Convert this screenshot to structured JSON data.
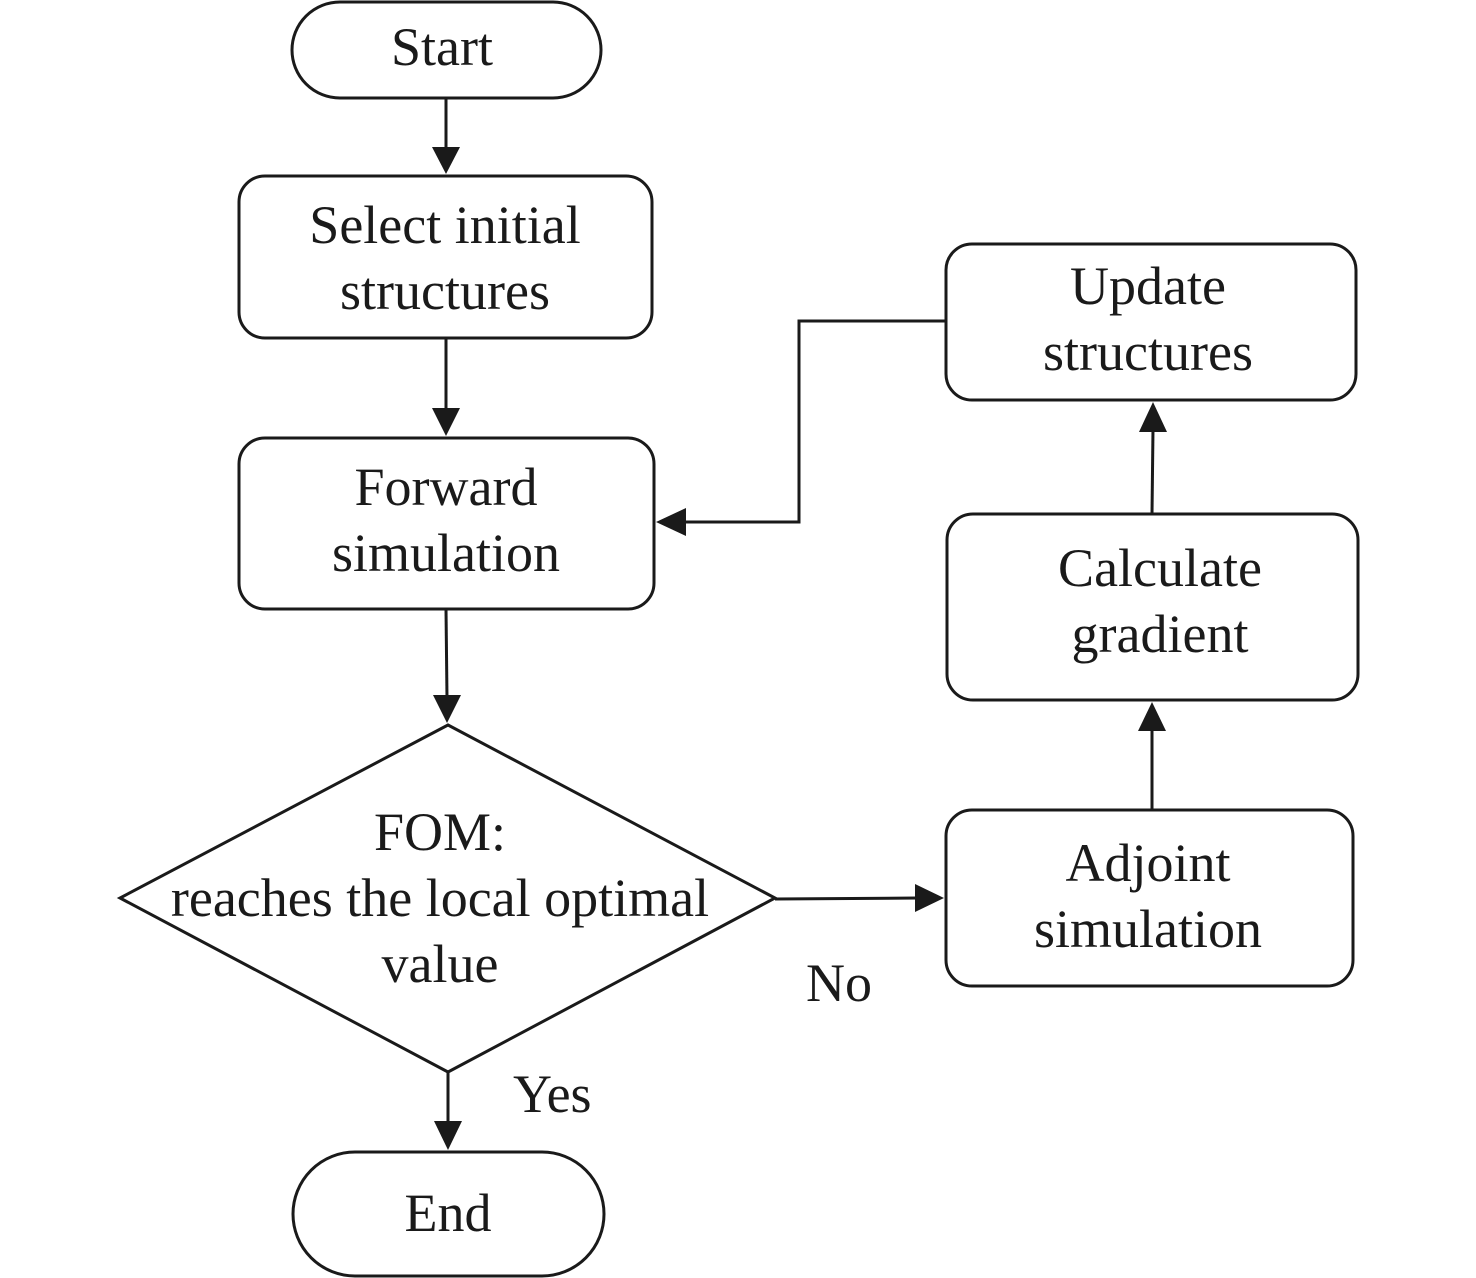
{
  "diagram": {
    "nodes": {
      "start": {
        "lines": [
          "Start"
        ]
      },
      "select": {
        "lines": [
          "Select initial",
          "structures"
        ]
      },
      "forward": {
        "lines": [
          "Forward",
          "simulation"
        ]
      },
      "decision": {
        "lines": [
          "FOM:",
          "reaches the local optimal",
          "value"
        ]
      },
      "end": {
        "lines": [
          "End"
        ]
      },
      "adjoint": {
        "lines": [
          "Adjoint",
          "simulation"
        ]
      },
      "gradient": {
        "lines": [
          "Calculate",
          "gradient"
        ]
      },
      "update": {
        "lines": [
          "Update",
          "structures"
        ]
      }
    },
    "edges": {
      "no_label": "No",
      "yes_label": "Yes"
    }
  }
}
